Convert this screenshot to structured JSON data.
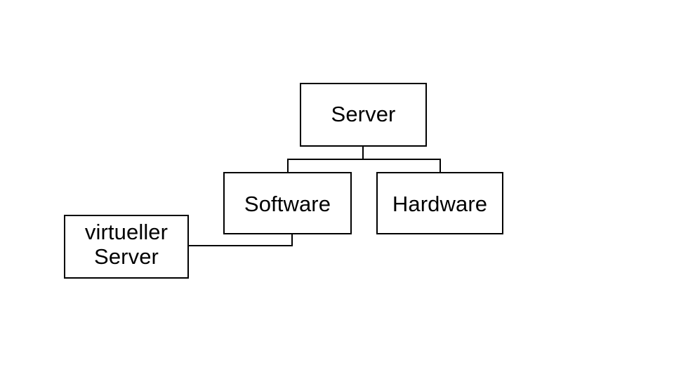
{
  "diagram": {
    "type": "hierarchy-tree",
    "background_color": "#ffffff",
    "line_color": "#000000",
    "text_color": "#000000",
    "nodes": [
      {
        "id": "server",
        "label": "Server"
      },
      {
        "id": "software",
        "label": "Software"
      },
      {
        "id": "hardware",
        "label": "Hardware"
      },
      {
        "id": "virtual_server",
        "label": "virtueller\nServer"
      }
    ],
    "edges": [
      {
        "from": "server",
        "to": "software"
      },
      {
        "from": "server",
        "to": "hardware"
      },
      {
        "from": "virtual_server",
        "to": "software"
      }
    ]
  }
}
